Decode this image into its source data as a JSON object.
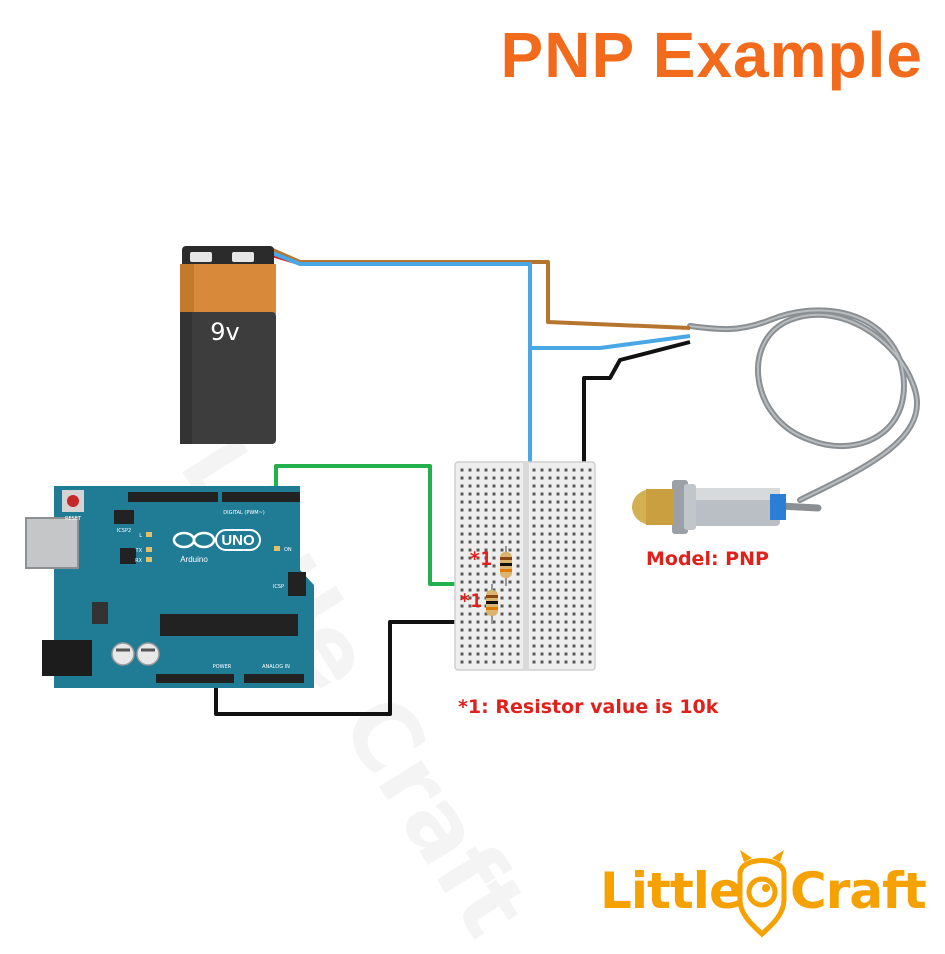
{
  "header": {
    "title": "PNP Example"
  },
  "battery": {
    "label": "9v"
  },
  "arduino": {
    "logo_text": "UNO",
    "brand_text": "Arduino",
    "reset_label": "RESET",
    "icsp_label": "ICSP2",
    "icsp_right_label": "ICSP",
    "digital_label": "DIGITAL (PWM~)",
    "power_label": "POWER",
    "analog_label": "ANALOG IN",
    "led_labels": [
      "L",
      "TX",
      "RX"
    ],
    "on_label": "ON"
  },
  "breadboard": {
    "resistor_tags": [
      "*1",
      "*1"
    ]
  },
  "sensor": {
    "model_label": "Model: PNP"
  },
  "notes": {
    "resistor_note": "*1: Resistor value is 10k"
  },
  "brand": {
    "name_left": "Little",
    "name_right": "Craft",
    "watermark": "Little Craft"
  },
  "colors": {
    "title": "#f26b1d",
    "label_red": "#e0211b",
    "brand_orange": "#f5a100",
    "board": "#1f7c94",
    "wire_brown": "#b5752e",
    "wire_blue": "#4aa7e6",
    "wire_black": "#111111",
    "wire_green": "#22b14c",
    "cable_gray": "#8a8f93"
  }
}
